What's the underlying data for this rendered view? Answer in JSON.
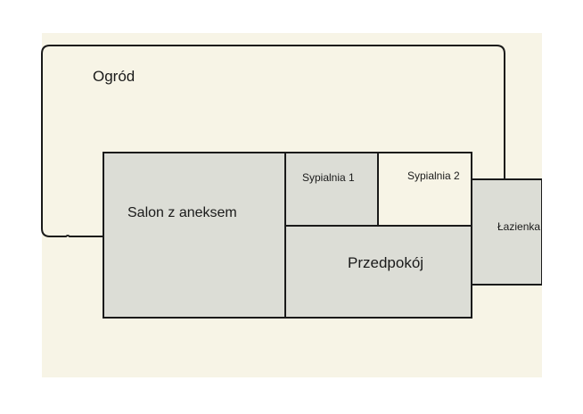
{
  "colors": {
    "background": "#f7f4e6",
    "room_gray": "#dcddd6",
    "room_light": "#f7f4e6",
    "line": "#1a1a1a"
  },
  "rooms": {
    "garden": "Ogród",
    "living_room": "Salon z aneksem",
    "bedroom_1": "Sypialnia 1",
    "bedroom_2": "Sypialnia 2",
    "hallway": "Przedpokój",
    "bathroom": "Łazienka"
  }
}
